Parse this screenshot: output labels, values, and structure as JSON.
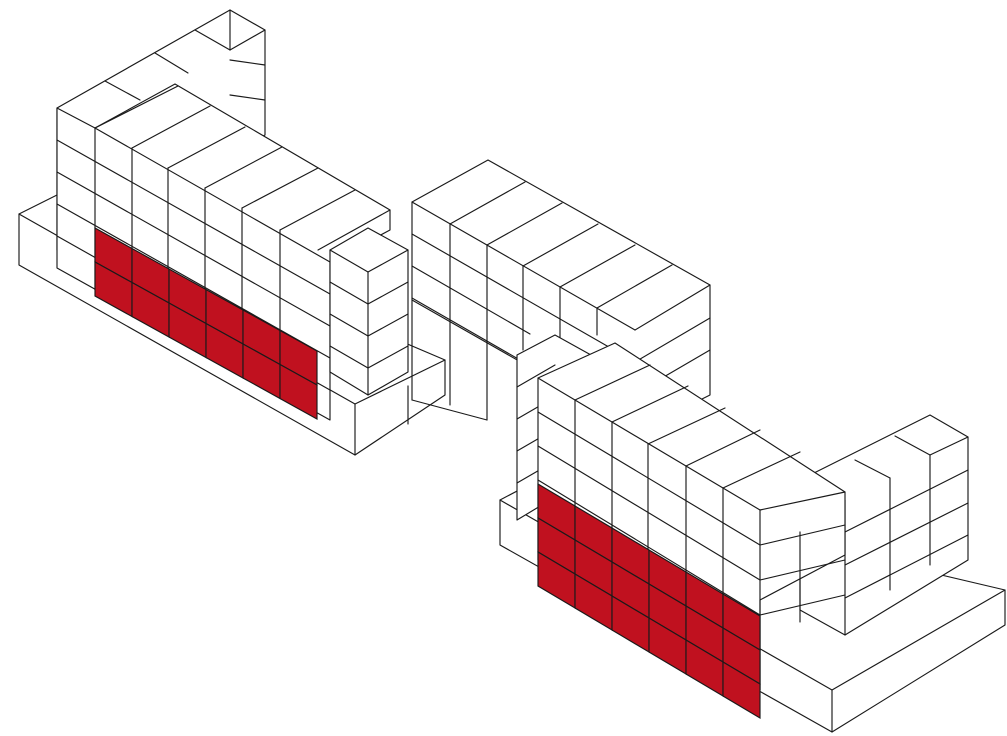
{
  "diagram": {
    "type": "isometric-block-assembly",
    "colors": {
      "background": "#ffffff",
      "stroke": "#1a1a1a",
      "highlight": "#c0111f"
    },
    "assemblies": [
      {
        "id": "left-wall",
        "highlight": {
          "columns": 6,
          "rows": 2
        }
      },
      {
        "id": "middle-block"
      },
      {
        "id": "right-wall",
        "highlight": {
          "columns": 6,
          "rows": 3
        }
      }
    ]
  }
}
